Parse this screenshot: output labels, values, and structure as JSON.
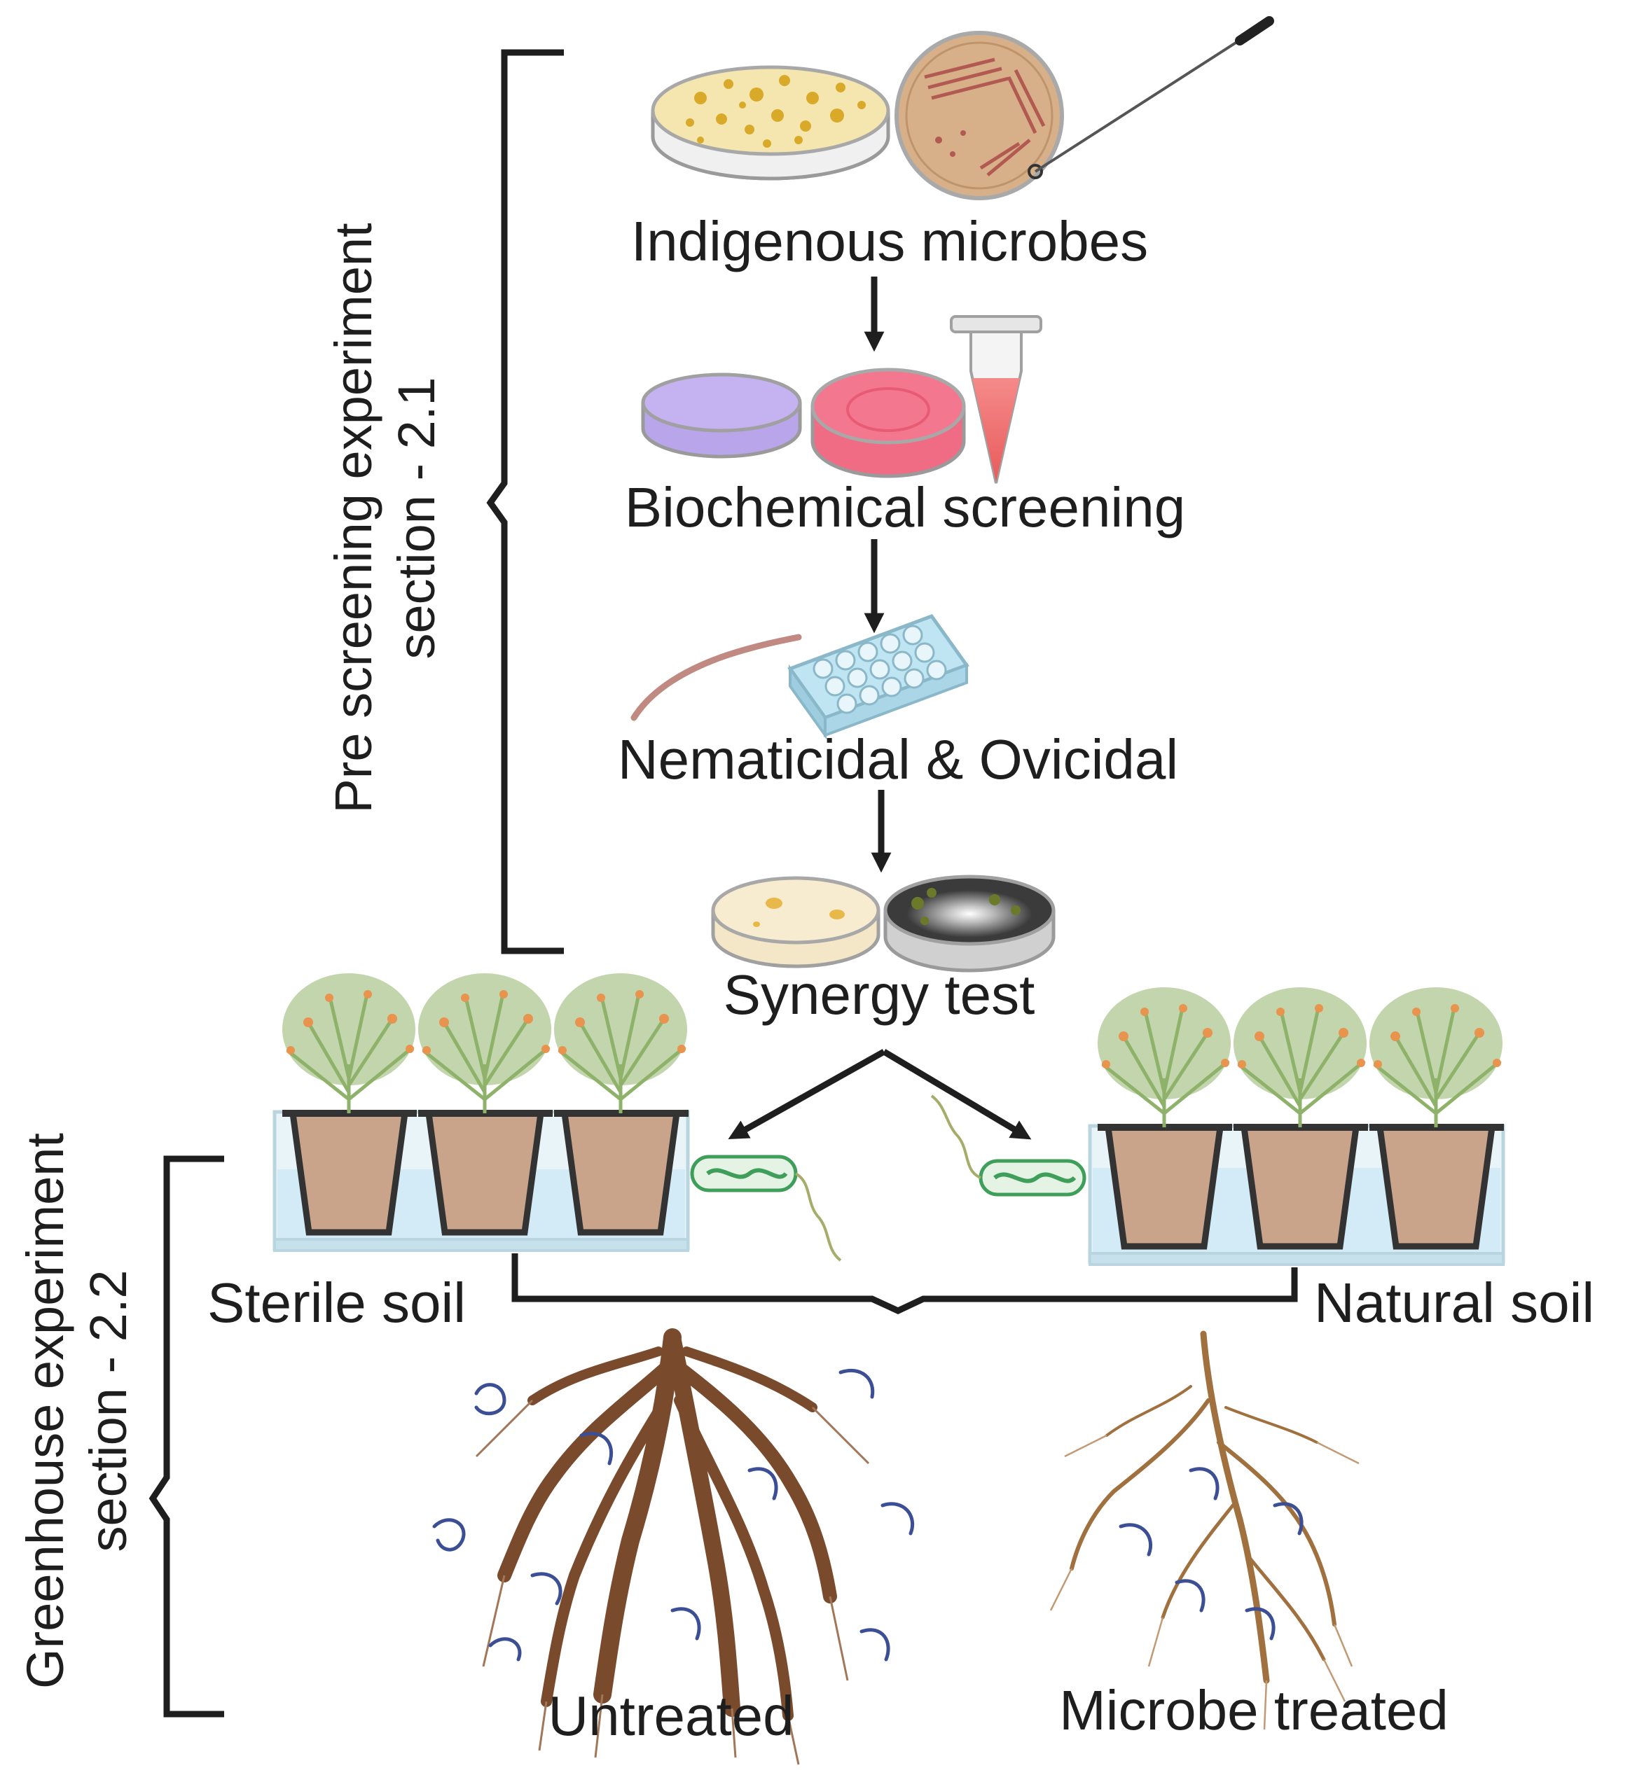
{
  "sections": {
    "pre_screening": {
      "line1": "Pre screening experiment",
      "line2": "section - 2.1"
    },
    "greenhouse": {
      "line1": "Greenhouse experiment",
      "line2": "section - 2.2"
    }
  },
  "steps": {
    "indigenous": "Indigenous microbes",
    "biochemical": "Biochemical screening",
    "nematicidal": "Nematicidal & Ovicidal",
    "synergy": "Synergy test"
  },
  "soils": {
    "sterile": "Sterile soil",
    "natural": "Natural soil"
  },
  "roots": {
    "untreated": "Untreated",
    "treated": "Microbe treated"
  },
  "colors": {
    "ink": "#1e1e1e",
    "agar": "#f5e6b0",
    "colony": "#d9a92a",
    "streak_plate": "#d7b08a",
    "purple_medium": "#c4b3f0",
    "pink_medium": "#f3788f",
    "well_plate": "#bfe4f2",
    "water": "#d3ebf6",
    "pot": "#c9a48a",
    "foliage": "#8fb26a",
    "flower": "#e8934e",
    "root_untreated": "#7a4a2c",
    "root_treated": "#a0703e",
    "nematode": "#3c4f95",
    "bacterium": "#3f9e5a"
  }
}
